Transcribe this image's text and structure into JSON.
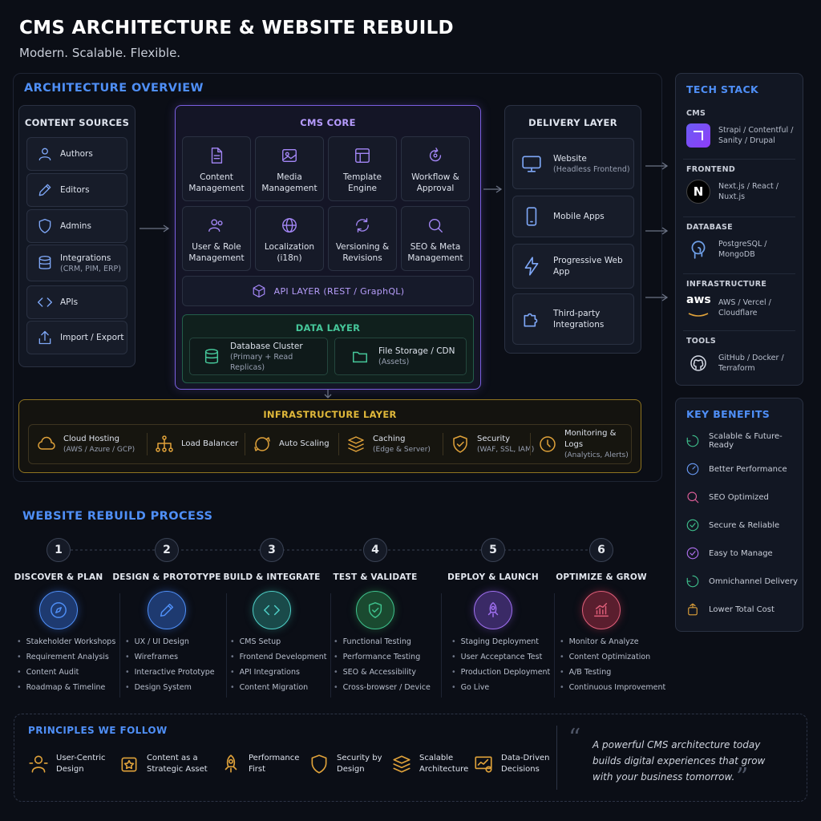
{
  "header": {
    "title": "CMS ARCHITECTURE & WEBSITE REBUILD",
    "subtitle": "Modern. Scalable. Flexible."
  },
  "arch": {
    "title": "ARCHITECTURE OVERVIEW",
    "sources": {
      "title": "CONTENT SOURCES",
      "items": [
        {
          "label": "Authors",
          "sub": ""
        },
        {
          "label": "Editors",
          "sub": ""
        },
        {
          "label": "Admins",
          "sub": ""
        },
        {
          "label": "Integrations",
          "sub": "(CRM, PIM, ERP)"
        },
        {
          "label": "APIs",
          "sub": ""
        },
        {
          "label": "Import / Export",
          "sub": ""
        }
      ]
    },
    "core": {
      "title": "CMS CORE",
      "modules": [
        {
          "l1": "Content",
          "l2": "Management"
        },
        {
          "l1": "Media",
          "l2": "Management"
        },
        {
          "l1": "Template",
          "l2": "Engine"
        },
        {
          "l1": "Workflow &",
          "l2": "Approval"
        },
        {
          "l1": "User & Role",
          "l2": "Management"
        },
        {
          "l1": "Localization",
          "l2": "(i18n)"
        },
        {
          "l1": "Versioning &",
          "l2": "Revisions"
        },
        {
          "l1": "SEO & Meta",
          "l2": "Management"
        }
      ],
      "api": "API LAYER (REST / GraphQL)",
      "data_title": "DATA LAYER",
      "data_items": [
        {
          "label": "Database Cluster",
          "sub": "(Primary + Read Replicas)"
        },
        {
          "label": "File Storage / CDN",
          "sub": "(Assets)"
        }
      ]
    },
    "delivery": {
      "title": "DELIVERY LAYER",
      "items": [
        {
          "label": "Website",
          "sub": "(Headless Frontend)"
        },
        {
          "label": "Mobile Apps",
          "sub": ""
        },
        {
          "label": "Progressive Web App",
          "sub": ""
        },
        {
          "label": "Third-party",
          "sub": "Integrations"
        }
      ]
    },
    "infra": {
      "title": "INFRASTRUCTURE LAYER",
      "items": [
        {
          "label": "Cloud Hosting",
          "sub": "(AWS / Azure / GCP)"
        },
        {
          "label": "Load Balancer",
          "sub": ""
        },
        {
          "label": "Auto Scaling",
          "sub": ""
        },
        {
          "label": "Caching",
          "sub": "(Edge & Server)"
        },
        {
          "label": "Security",
          "sub": "(WAF, SSL, IAM)"
        },
        {
          "label": "Monitoring & Logs",
          "sub": "(Analytics, Alerts)"
        }
      ]
    }
  },
  "tech": {
    "title": "TECH STACK",
    "groups": [
      {
        "head": "CMS",
        "l1": "Strapi / Contentful /",
        "l2": "Sanity / Drupal",
        "logo": ""
      },
      {
        "head": "FRONTEND",
        "l1": "Next.js / React /",
        "l2": "Nuxt.js",
        "logo": "N"
      },
      {
        "head": "DATABASE",
        "l1": "PostgreSQL /",
        "l2": "MongoDB",
        "logo": ""
      },
      {
        "head": "INFRASTRUCTURE",
        "l1": "AWS / Vercel /",
        "l2": "Cloudflare",
        "logo": "aws"
      },
      {
        "head": "TOOLS",
        "l1": "GitHub / Docker /",
        "l2": "Terraform",
        "logo": ""
      }
    ]
  },
  "benefits": {
    "title": "KEY BENEFITS",
    "items": [
      "Scalable & Future-Ready",
      "Better Performance",
      "SEO Optimized",
      "Secure & Reliable",
      "Easy to Manage",
      "Omnichannel Delivery",
      "Lower Total Cost"
    ]
  },
  "process": {
    "title": "WEBSITE REBUILD PROCESS",
    "steps": [
      {
        "num": "1",
        "title": "DISCOVER & PLAN",
        "bullets": [
          "Stakeholder Workshops",
          "Requirement Analysis",
          "Content Audit",
          "Roadmap & Timeline"
        ]
      },
      {
        "num": "2",
        "title": "DESIGN & PROTOTYPE",
        "bullets": [
          "UX / UI Design",
          "Wireframes",
          "Interactive Prototype",
          "Design System"
        ]
      },
      {
        "num": "3",
        "title": "BUILD & INTEGRATE",
        "bullets": [
          "CMS Setup",
          "Frontend Development",
          "API Integrations",
          "Content Migration"
        ]
      },
      {
        "num": "4",
        "title": "TEST & VALIDATE",
        "bullets": [
          "Functional Testing",
          "Performance Testing",
          "SEO & Accessibility",
          "Cross-browser / Device"
        ]
      },
      {
        "num": "5",
        "title": "DEPLOY & LAUNCH",
        "bullets": [
          "Staging Deployment",
          "User Acceptance Test",
          "Production Deployment",
          "Go Live"
        ]
      },
      {
        "num": "6",
        "title": "OPTIMIZE & GROW",
        "bullets": [
          "Monitor & Analyze",
          "Content Optimization",
          "A/B Testing",
          "Continuous Improvement"
        ]
      }
    ]
  },
  "principles": {
    "title": "PRINCIPLES WE FOLLOW",
    "items": [
      {
        "l1": "User-Centric",
        "l2": "Design"
      },
      {
        "l1": "Content as a",
        "l2": "Strategic Asset"
      },
      {
        "l1": "Performance",
        "l2": "First"
      },
      {
        "l1": "Security by",
        "l2": "Design"
      },
      {
        "l1": "Scalable",
        "l2": "Architecture"
      },
      {
        "l1": "Data-Driven",
        "l2": "Decisions"
      }
    ],
    "quote": [
      "A powerful CMS architecture today",
      "builds digital experiences that grow",
      "with your business tomorrow."
    ]
  },
  "colors": {
    "accent": "#4f8ff7",
    "core": "#8b6cf0",
    "data": "#2fa37a",
    "infra": "#c9a227",
    "orange": "#e0a23a"
  }
}
